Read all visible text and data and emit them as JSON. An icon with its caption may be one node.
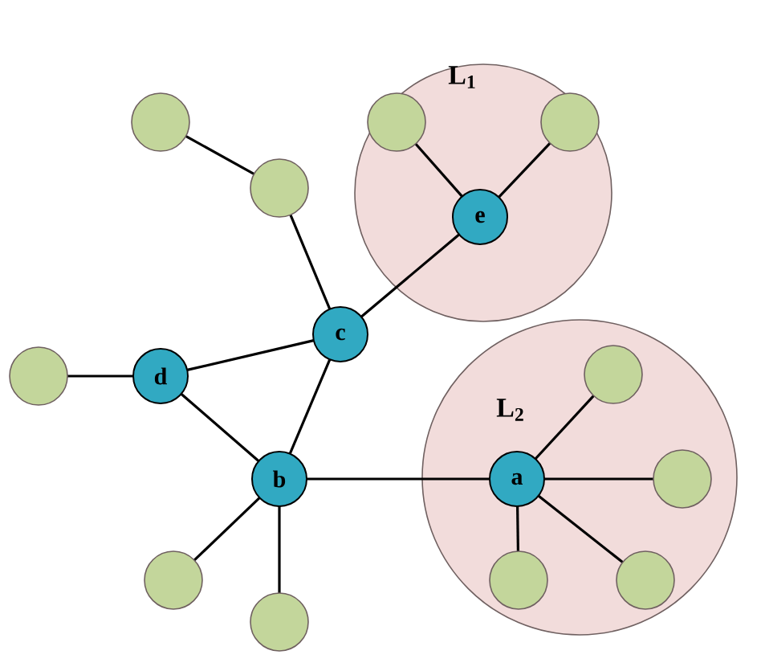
{
  "diagram": {
    "nodes": [
      {
        "text": [
          "L$_{1}$"
        ]
      },
      {
        "text": [],
        "shape": "circle",
        "in": 0
      },
      {
        "text": [],
        "shape": "circle",
        "in": 0
      },
      {
        "text": [
          "e"
        ],
        "in": 0
      },
      {
        "text": [],
        "shape": "circle"
      },
      {
        "text": [],
        "shape": "circle"
      },
      {
        "text": [
          "c"
        ]
      },
      {
        "text": [],
        "shape": "circle"
      },
      {
        "text": [
          "d"
        ]
      },
      {
        "text": [
          "L$_{2}$"
        ]
      },
      {
        "text": [],
        "shape": "circle",
        "in": 9
      },
      {
        "text": [
          "a"
        ],
        "in": 9
      },
      {
        "text": [],
        "shape": "circle",
        "in": 9
      },
      {
        "text": [
          "b"
        ]
      },
      {
        "text": [],
        "shape": "circle",
        "in": 9
      },
      {
        "text": [],
        "shape": "circle",
        "in": 9
      },
      {
        "text": [],
        "shape": "circle"
      },
      {
        "text": [],
        "shape": "circle"
      }
    ],
    "edges": [
      {
        "from": 4,
        "to": 5,
        "arrow": "none"
      },
      {
        "from": 5,
        "to": 6,
        "arrow": "none"
      },
      {
        "from": 6,
        "to": 3,
        "arrow": "none"
      },
      {
        "from": 3,
        "to": 1,
        "arrow": "none"
      },
      {
        "from": 3,
        "to": 2,
        "arrow": "none"
      },
      {
        "from": 8,
        "to": 6,
        "arrow": "none"
      },
      {
        "from": 7,
        "to": 8,
        "arrow": "none"
      },
      {
        "from": 8,
        "to": 13,
        "arrow": "none"
      },
      {
        "from": 6,
        "to": 13,
        "arrow": "none"
      },
      {
        "from": 13,
        "to": 11,
        "arrow": "none"
      },
      {
        "from": 11,
        "to": 10,
        "arrow": "none"
      },
      {
        "from": 11,
        "to": 12,
        "arrow": "none"
      },
      {
        "from": 11,
        "to": 14,
        "arrow": "none"
      },
      {
        "from": 11,
        "to": 15,
        "arrow": "none"
      },
      {
        "from": 13,
        "to": 16,
        "arrow": "none"
      },
      {
        "from": 13,
        "to": 17,
        "arrow": "none"
      }
    ]
  }
}
